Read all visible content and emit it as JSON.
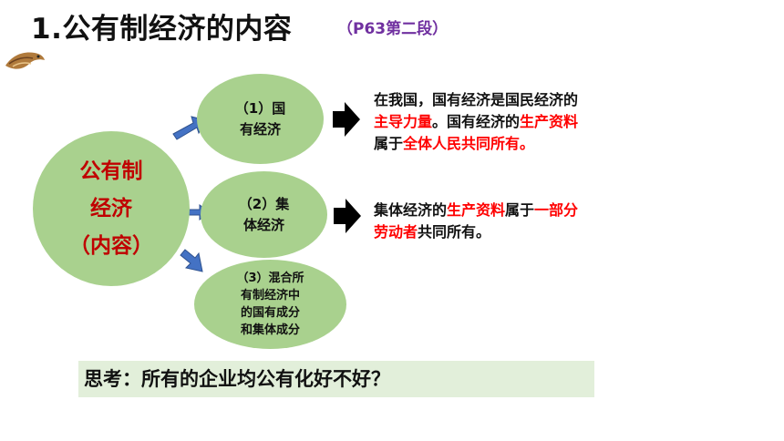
{
  "slide": {
    "title": "1.公有制经济的内容",
    "title_note": "（P63第二段）"
  },
  "center": {
    "line1": "公有制",
    "line2": "经济",
    "line3": "（内容）"
  },
  "branches": [
    {
      "line1": "（1）国",
      "line2": "有经济"
    },
    {
      "line1": "（2）集",
      "line2": "体经济"
    },
    {
      "line1": "（3）混合所",
      "line2": "有制经济中",
      "line3": "的国有成分",
      "line4": "和集体成分"
    }
  ],
  "desc1": {
    "l1": "在我国，国有经济是国民经济的",
    "l2_red1": "主导力量",
    "l2_text": "。国有经济的",
    "l2_red2": "生产资料",
    "l3_text": "属于",
    "l3_red": "全体人民共同所有。"
  },
  "desc2": {
    "l1_text1": "集体经济的",
    "l1_red1": "生产资料",
    "l1_text2": "属于",
    "l1_red2": "一部分",
    "l2_red": "劳动者",
    "l2_text": "共同所有。"
  },
  "think": "思考：所有的企业均公有化好不好？",
  "colors": {
    "ellipse_fill": "#a9d18e",
    "arrow_blue": "#4472c4",
    "highlight_red": "#ff0000",
    "center_text_red": "#c00000",
    "note_purple": "#7030a0",
    "think_bg": "#e2efda"
  }
}
